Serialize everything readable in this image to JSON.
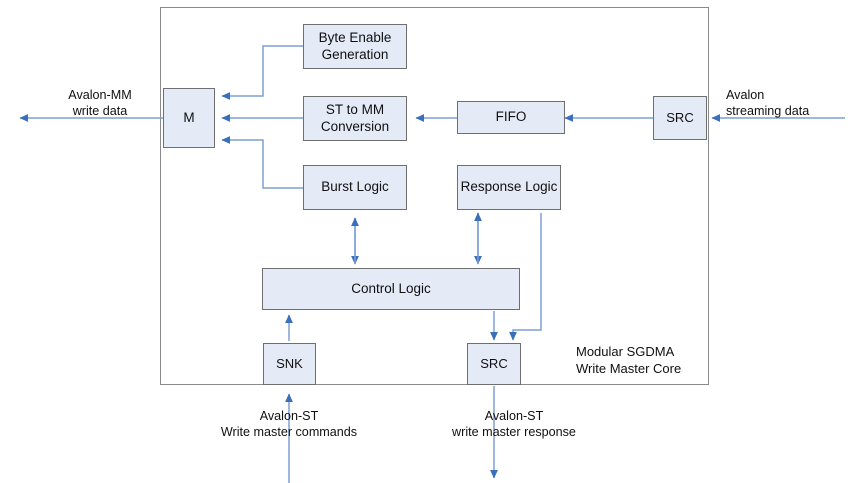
{
  "diagram": {
    "title_label": "Modular SGDMA\nWrite Master Core",
    "boundary": {
      "name": "modular-sgdma-write-master-core-boundary"
    },
    "colors": {
      "block_fill": "#e4ebf7",
      "block_border": "#6f6f6f",
      "boundary_border": "#8a8a8a",
      "wire": "#7f9fd4",
      "arrowhead": "#3a6fba",
      "text": "#101010",
      "background": "#ffffff"
    },
    "blocks": [
      {
        "id": "master",
        "label": "M"
      },
      {
        "id": "byte-enable-generation",
        "label": "Byte Enable\nGeneration"
      },
      {
        "id": "st-to-mm-conversion",
        "label": "ST to MM\nConversion"
      },
      {
        "id": "burst-logic",
        "label": "Burst Logic"
      },
      {
        "id": "fifo",
        "label": "FIFO"
      },
      {
        "id": "src-streaming",
        "label": "SRC"
      },
      {
        "id": "response-logic",
        "label": "Response\nLogic"
      },
      {
        "id": "control-logic",
        "label": "Control Logic"
      },
      {
        "id": "snk-commands",
        "label": "SNK"
      },
      {
        "id": "src-response",
        "label": "SRC"
      }
    ],
    "external_labels": [
      {
        "id": "avalon-mm-write-data",
        "label": "Avalon-MM\nwrite data"
      },
      {
        "id": "avalon-streaming-data",
        "label": "Avalon\nstreaming data"
      },
      {
        "id": "avalon-st-write-master-commands",
        "label": "Avalon-ST\nWrite master commands"
      },
      {
        "id": "avalon-st-write-master-response",
        "label": "Avalon-ST\nwrite master response"
      }
    ]
  }
}
